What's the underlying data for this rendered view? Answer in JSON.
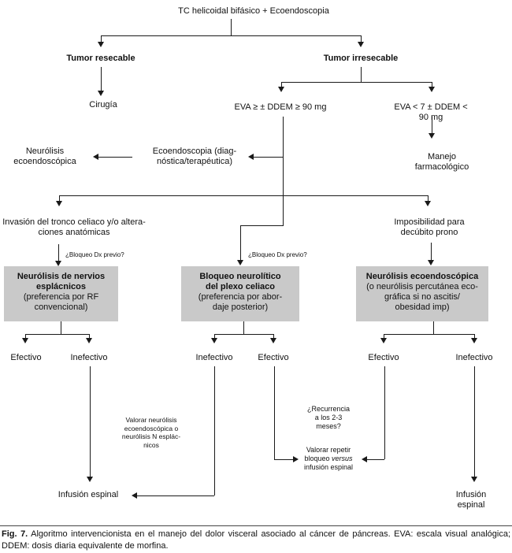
{
  "colors": {
    "background": "#ffffff",
    "line": "#1a1a1a",
    "box_fill": "#c9c9c9"
  },
  "nodes": {
    "root": "TC helicoidal bifásico + Ecoendoscopia",
    "resecable": "Tumor resecable",
    "irresecable": "Tumor irresecable",
    "cirugia": "Cirugía",
    "eva_high": "EVA ≥ ± DDEM ≥ 90 mg",
    "eva_low": "EVA < 7 ± DDEM < 90 mg",
    "manejo": "Manejo farmacológico",
    "neurolisis_eco": "Neurólisis\necoendoscópica",
    "ecoendoscopia": "Ecoendoscopia (diag-\nnóstica/terapéutica)",
    "invasion": "Invasión del tronco celiaco y/o altera-\nciones anatómicas",
    "imposibilidad": "Imposibilidad para\ndecúbito prono",
    "bloqueo_dx": "¿Bloqueo Dx previo?",
    "box_left_title": "Neurólisis de nervios\nesplácnicos",
    "box_left_sub": "(preferencia por RF\nconvencional)",
    "box_mid_title": "Bloqueo neurolítico\ndel plexo celiaco",
    "box_mid_sub": "(preferencia por abor-\ndaje posterior)",
    "box_right_title": "Neurólisis ecoendoscópica",
    "box_right_sub": "(o neurólisis percutánea eco-\ngráfica si no ascitis/\nobesidad imp)",
    "valorar_neurolisis": "Valorar neurólisis\necoendoscópica o\nneurólisis N esplác-\nnicos",
    "recurrencia": "¿Recurrencia\na los 2-3\nmeses?",
    "valorar_repetir_pre": "Valorar repetir\nbloqueo ",
    "valorar_repetir_versus": "versus",
    "valorar_repetir_post": "\ninfusión espinal",
    "infusion_espinal": "Infusión espinal"
  },
  "outcomes": {
    "efectivo": "Efectivo",
    "inefectivo": "Inefectivo"
  },
  "caption": {
    "fig_label": "Fig. 7.",
    "text": "Algoritmo intervencionista en el manejo del dolor visceral asociado al cáncer de páncreas. EVA: escala visual analógica; DDEM: dosis diaria equivalente de morfina."
  }
}
